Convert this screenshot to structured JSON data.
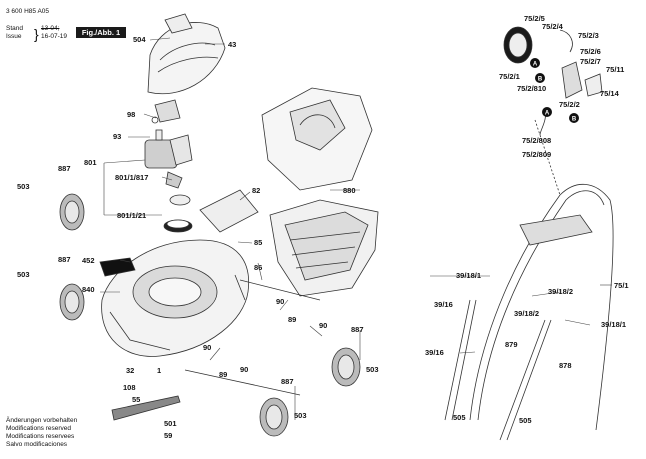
{
  "header": {
    "part_number": "3 600 H85 A05",
    "stand_label": "Stand",
    "stand_value": "13-04;",
    "issue_label": "Issue",
    "issue_value": "16-07-19",
    "fig_badge": "Fig./Abb. 1"
  },
  "footer_notes": [
    "Änderungen vorbehalten",
    "Modifications reserved",
    "Modifications reservees",
    "Salvo modificaciones"
  ],
  "legend_letters": [
    "A",
    "B",
    "A",
    "B"
  ],
  "part_labels": {
    "p504": "504",
    "p43": "43",
    "p98": "98",
    "p93": "93",
    "p801": "801",
    "p801_1_817": "801/1/817",
    "p801_1_21": "801/1/21",
    "p82": "82",
    "p880": "880",
    "p887_a": "887",
    "p503_a": "503",
    "p85": "85",
    "p887_b": "887",
    "p503_b": "503",
    "p452": "452",
    "p86": "86",
    "p840": "840",
    "p90_a": "90",
    "p89_a": "89",
    "p90_b": "90",
    "p887_c": "887",
    "p503_c": "503",
    "p90_c": "90",
    "p89_b": "89",
    "p90_d": "90",
    "p32": "32",
    "p1": "1",
    "p108": "108",
    "p55": "55",
    "p501": "501",
    "p59": "59",
    "p887_d": "887",
    "p503_d": "503",
    "p75_2_5": "75/2/5",
    "p75_2_4": "75/2/4",
    "p75_2_3": "75/2/3",
    "p75_2_6": "75/2/6",
    "p75_2_7": "75/2/7",
    "p75_11": "75/11",
    "p75_2_1": "75/2/1",
    "p75_2_810": "75/2/810",
    "p75_14": "75/14",
    "p75_2_2": "75/2/2",
    "p75_2_808": "75/2/808",
    "p75_2_809": "75/2/809",
    "p39_18_1_a": "39/18/1",
    "p75_1": "75/1",
    "p39_16_a": "39/16",
    "p39_18_2_a": "39/18/2",
    "p39_18_2_b": "39/18/2",
    "p39_18_1_b": "39/18/1",
    "p879": "879",
    "p39_16_b": "39/16",
    "p878": "878",
    "p505_a": "505",
    "p505_b": "505"
  }
}
